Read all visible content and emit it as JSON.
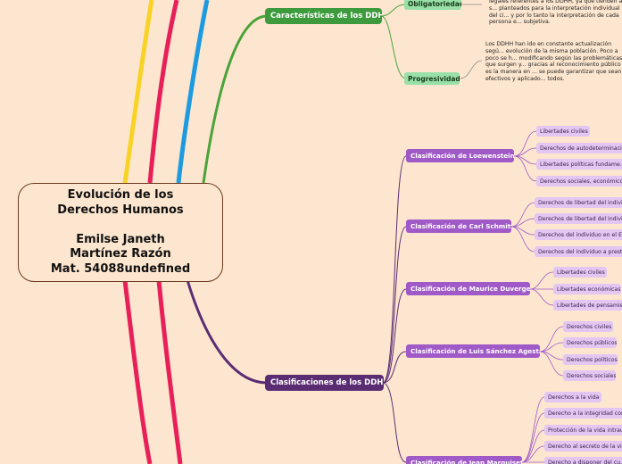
{
  "central": {
    "title": "Evolución de los\nDerechos Humanos\n\nEmilse Janeth\nMartínez Razón\nMat. 54088undefined"
  },
  "caracteristicas": {
    "label": "Características de los DDHH",
    "color": "#3d9a3d",
    "children": [
      {
        "label": "Obligatoriedad",
        "note": "legales referentes a los DDHH, ya que tienden a s... planteados para la interpretación individual del ci... y por lo tanto la interpretación de cada persona e... subjetiva."
      },
      {
        "label": "Progresividad",
        "note": "Los DDHH han ido en constante actualización segú... evolución de la misma población. Poco a poco se h... modificando según las problemáticas que surgen y... gracias al reconocimiento público es la manera en ... se puede garantizar que sean efectivos y aplicado... todos."
      }
    ]
  },
  "clasificaciones": {
    "label": "Clasificaciones de los DDHH",
    "color": "#5a2d73",
    "children": [
      {
        "label": "Clasificación de Loewenstein",
        "items": [
          "Libertades civiles",
          "Derechos de autodeterminació...",
          "Libertades políticas fundame...",
          "Derechos sociales, económico..."
        ]
      },
      {
        "label": "Clasificación de Carl Schmitt",
        "items": [
          "Derechos de libertad del indivi...",
          "Derechos de libertad del indivi...",
          "Derechos del individuo en el Es...",
          "Derechos del individuo a presta..."
        ]
      },
      {
        "label": "Clasificación de Maurice Duverger",
        "items": [
          "Libertades civiles",
          "Libertades económicas",
          "Libertades de pensamie..."
        ]
      },
      {
        "label": "Clasificación de Luis Sánchez Agesta",
        "items": [
          "Derechos civiles",
          "Derechos públicos",
          "Derechos políticos",
          "Derechos sociales"
        ]
      },
      {
        "label": "Clasificación de Jean Marquiset",
        "items": [
          "Derechos a la vida",
          "Derecho a la integridad cor...",
          "Protección de la vida intrau...",
          "Derecho al secreto de la vi...",
          "Derecho a disponer del cu..."
        ]
      }
    ]
  },
  "colors": {
    "yellow": "#f8d225",
    "red": "#e8205a",
    "blue": "#1e9be0",
    "green": "#4aa33a",
    "purple": "#5a2d73",
    "leaf": "#e3c6f2",
    "sub": "#a05ac8"
  }
}
